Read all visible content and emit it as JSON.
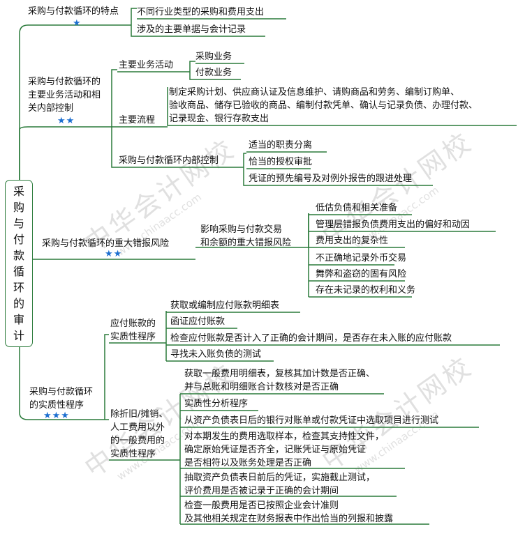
{
  "root": "采购与付款循环的审计",
  "watermark": {
    "name": "中华会计网校",
    "url": "www.chinaacc.com"
  },
  "star_glyph": "★",
  "branches": {
    "b1": {
      "label": "采购与付款循环的特点",
      "stars": "★",
      "items": [
        "不同行业类型的采购和费用支出",
        "涉及的主要单据与会计记录"
      ]
    },
    "b2": {
      "label": "采购与付款循环的\n主要业务活动和相\n关内部控制",
      "stars": "★★",
      "s1": {
        "label": "主要业务活动",
        "items": [
          "采购业务",
          "付款业务"
        ]
      },
      "s2": {
        "label": "主要流程",
        "text": "制定采购计划、供应商认证及信息维护、请购商品和劳务、编制订购单、\n验收商品、储存已验收的商品、编制付款凭单、确认与记录负债、办理付款、\n记录现金、银行存款支出"
      },
      "s3": {
        "label": "采购与付款循环内部控制",
        "items": [
          "适当的职责分离",
          "恰当的授权审批",
          "凭证的预先编号及对例外报告的跟进处理"
        ]
      }
    },
    "b3": {
      "label": "采购与付款循环的重大错报风险",
      "stars": "★★",
      "s1": {
        "label": "影响采购与付款交易\n和余额的重大错报风险",
        "items": [
          "低估负债和相关准备",
          "管理层错报负债费用支出的偏好和动因",
          "费用支出的复杂性",
          "不正确地记录外币交易",
          "舞弊和盗窃的固有风险",
          "存在未记录的权利和义务"
        ]
      }
    },
    "b4": {
      "label": "采购与付款循环\n的实质性程序",
      "stars": "★★★",
      "s1": {
        "label": "应付账款的\n实质性程序",
        "items": [
          "获取或编制应付账款明细表",
          "函证应付账款",
          "检查应付账款是否计入了正确的会计期间，是否存在未入账的应付账款",
          "寻找未入账负债的测试"
        ]
      },
      "s2": {
        "label": "除折旧/摊销、\n人工费用以外\n的一般费用的\n实质性程序",
        "items": [
          "获取一般费用明细表，复核其加计数是否正确、\n并与总账和明细账合计数核对是否正确",
          "实质性分析程序",
          "从资产负债表日后的银行对账单或付款凭证中选取项目进行测试",
          "对本期发生的费用选取样本，检查其支持性文件，\n确定原始凭证是否齐全，记账凭证与原始凭证\n是否相符以及账务处理是否正确",
          "抽取资产负债表日前后的凭证，实施截止测试，\n评价费用是否被记录于正确的会计期间",
          "检查一般费用是否已按照企业会计准则\n及其他相关规定在财务报表中作出恰当的列报和披露"
        ]
      }
    }
  }
}
